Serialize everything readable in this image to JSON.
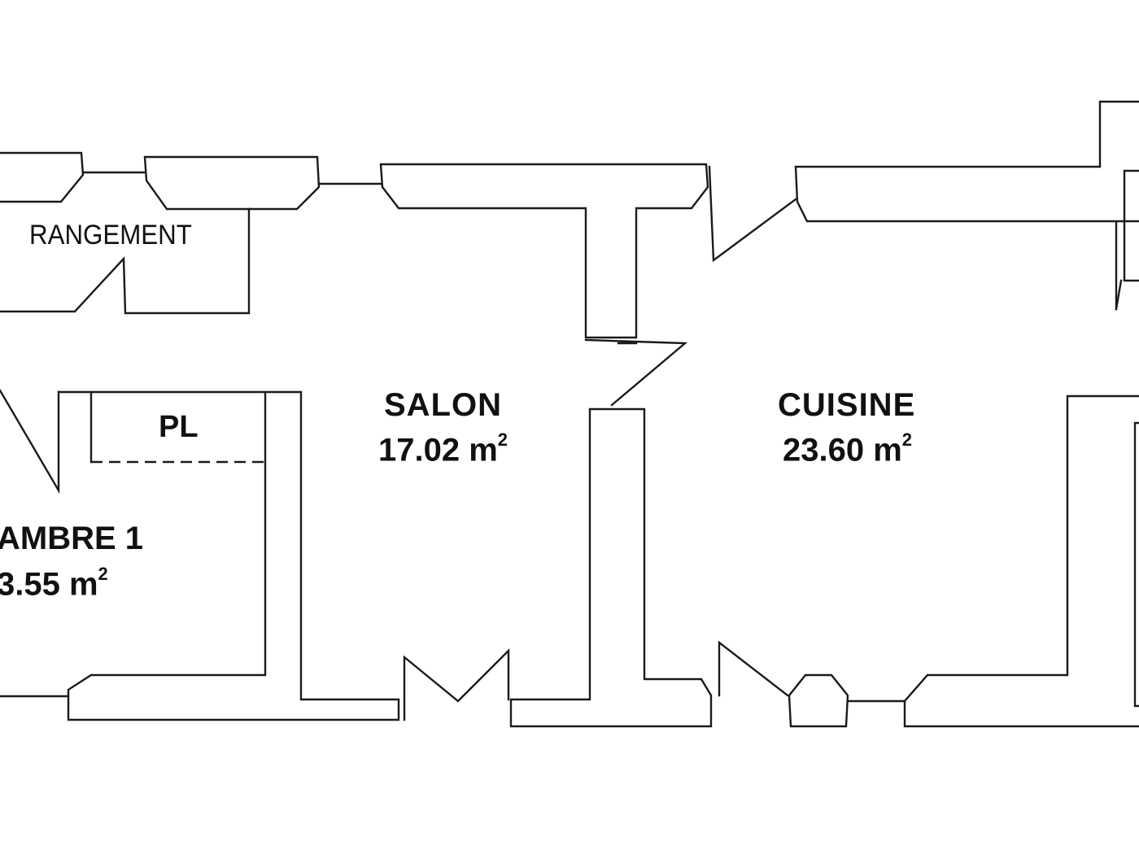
{
  "rooms": {
    "rangement": {
      "name": "RANGEMENT"
    },
    "pl": {
      "name": "PL"
    },
    "salon": {
      "name": "SALON",
      "area": "17.02 m",
      "area_sup": "2"
    },
    "cuisine": {
      "name": "CUISINE",
      "area": "23.60 m",
      "area_sup": "2"
    },
    "chambre1": {
      "name": "AMBRE 1",
      "area": "3.55 m",
      "area_sup": "2"
    }
  }
}
